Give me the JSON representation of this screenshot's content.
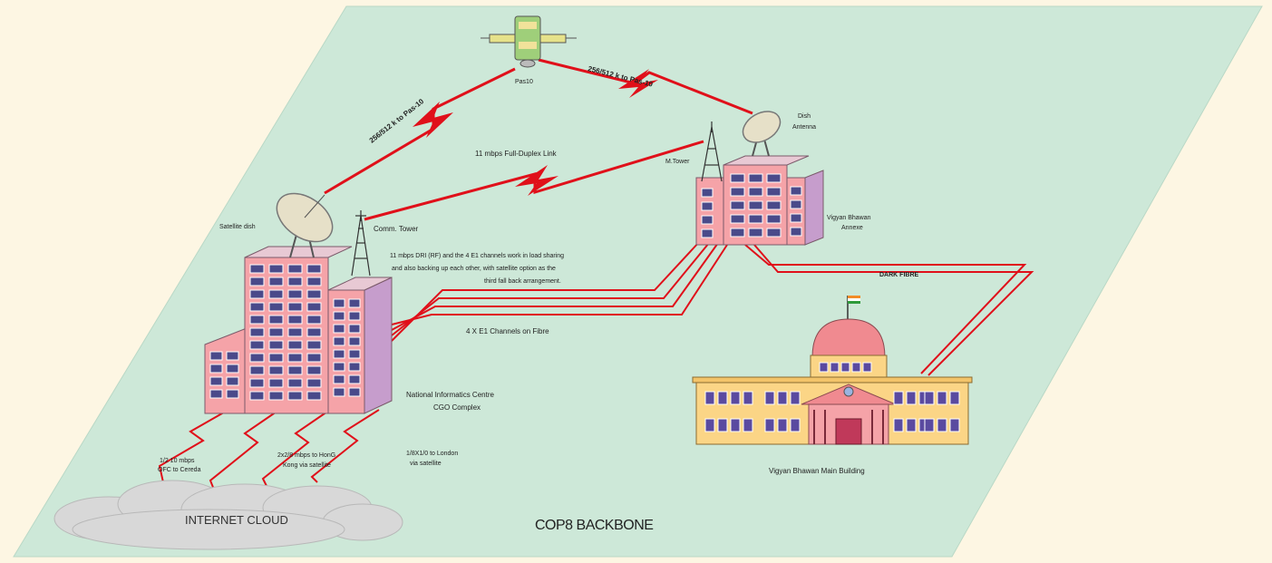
{
  "colors": {
    "background": "#fdf6e3",
    "plane": "#cde8d8",
    "building": "#f5a3a8",
    "building_side": "#c69dcc",
    "link_red": "#e0101a",
    "dome": "#f08a90",
    "main_building": "#fbd586",
    "cloud": "#d8d8d8"
  },
  "labels": {
    "satellite": "Pas10",
    "sat_link_left": "256/512 k to Pas-10",
    "sat_link_right": "256/512 k to Pas-10",
    "full_duplex": "11 mbps Full-Duplex Link",
    "dish_antenna_right": [
      "Dish",
      "Antenna"
    ],
    "mtower": "M.Tower",
    "annexe": [
      "Vigyan Bhawan",
      "Annexe"
    ],
    "satellite_dish": "Satellite dish",
    "comm_tower": "Comm. Tower",
    "backup_note": [
      "11 mbps DRI (RF) and the 4 E1 channels work in load sharing",
      "and also backing up each other, with satellite option as the",
      "third fall back arrangement."
    ],
    "e1_channels": "4 X E1 Channels on Fibre",
    "dark_fibre": "DARK FIBRE",
    "nic": [
      "National Informatics Centre",
      "CGO Complex"
    ],
    "main_building": "Vigyan Bhawan Main Building",
    "link_ofc": [
      "1/2 10 mbps",
      "OFC to Cereda"
    ],
    "link_hongkong": [
      "2x2/8 mbps to HonG",
      "Kong via satellite"
    ],
    "link_london": [
      "1/8X1/0 to London",
      "via satellite"
    ],
    "internet_cloud": "INTERNET CLOUD",
    "backbone": "COP8 BACKBONE"
  }
}
